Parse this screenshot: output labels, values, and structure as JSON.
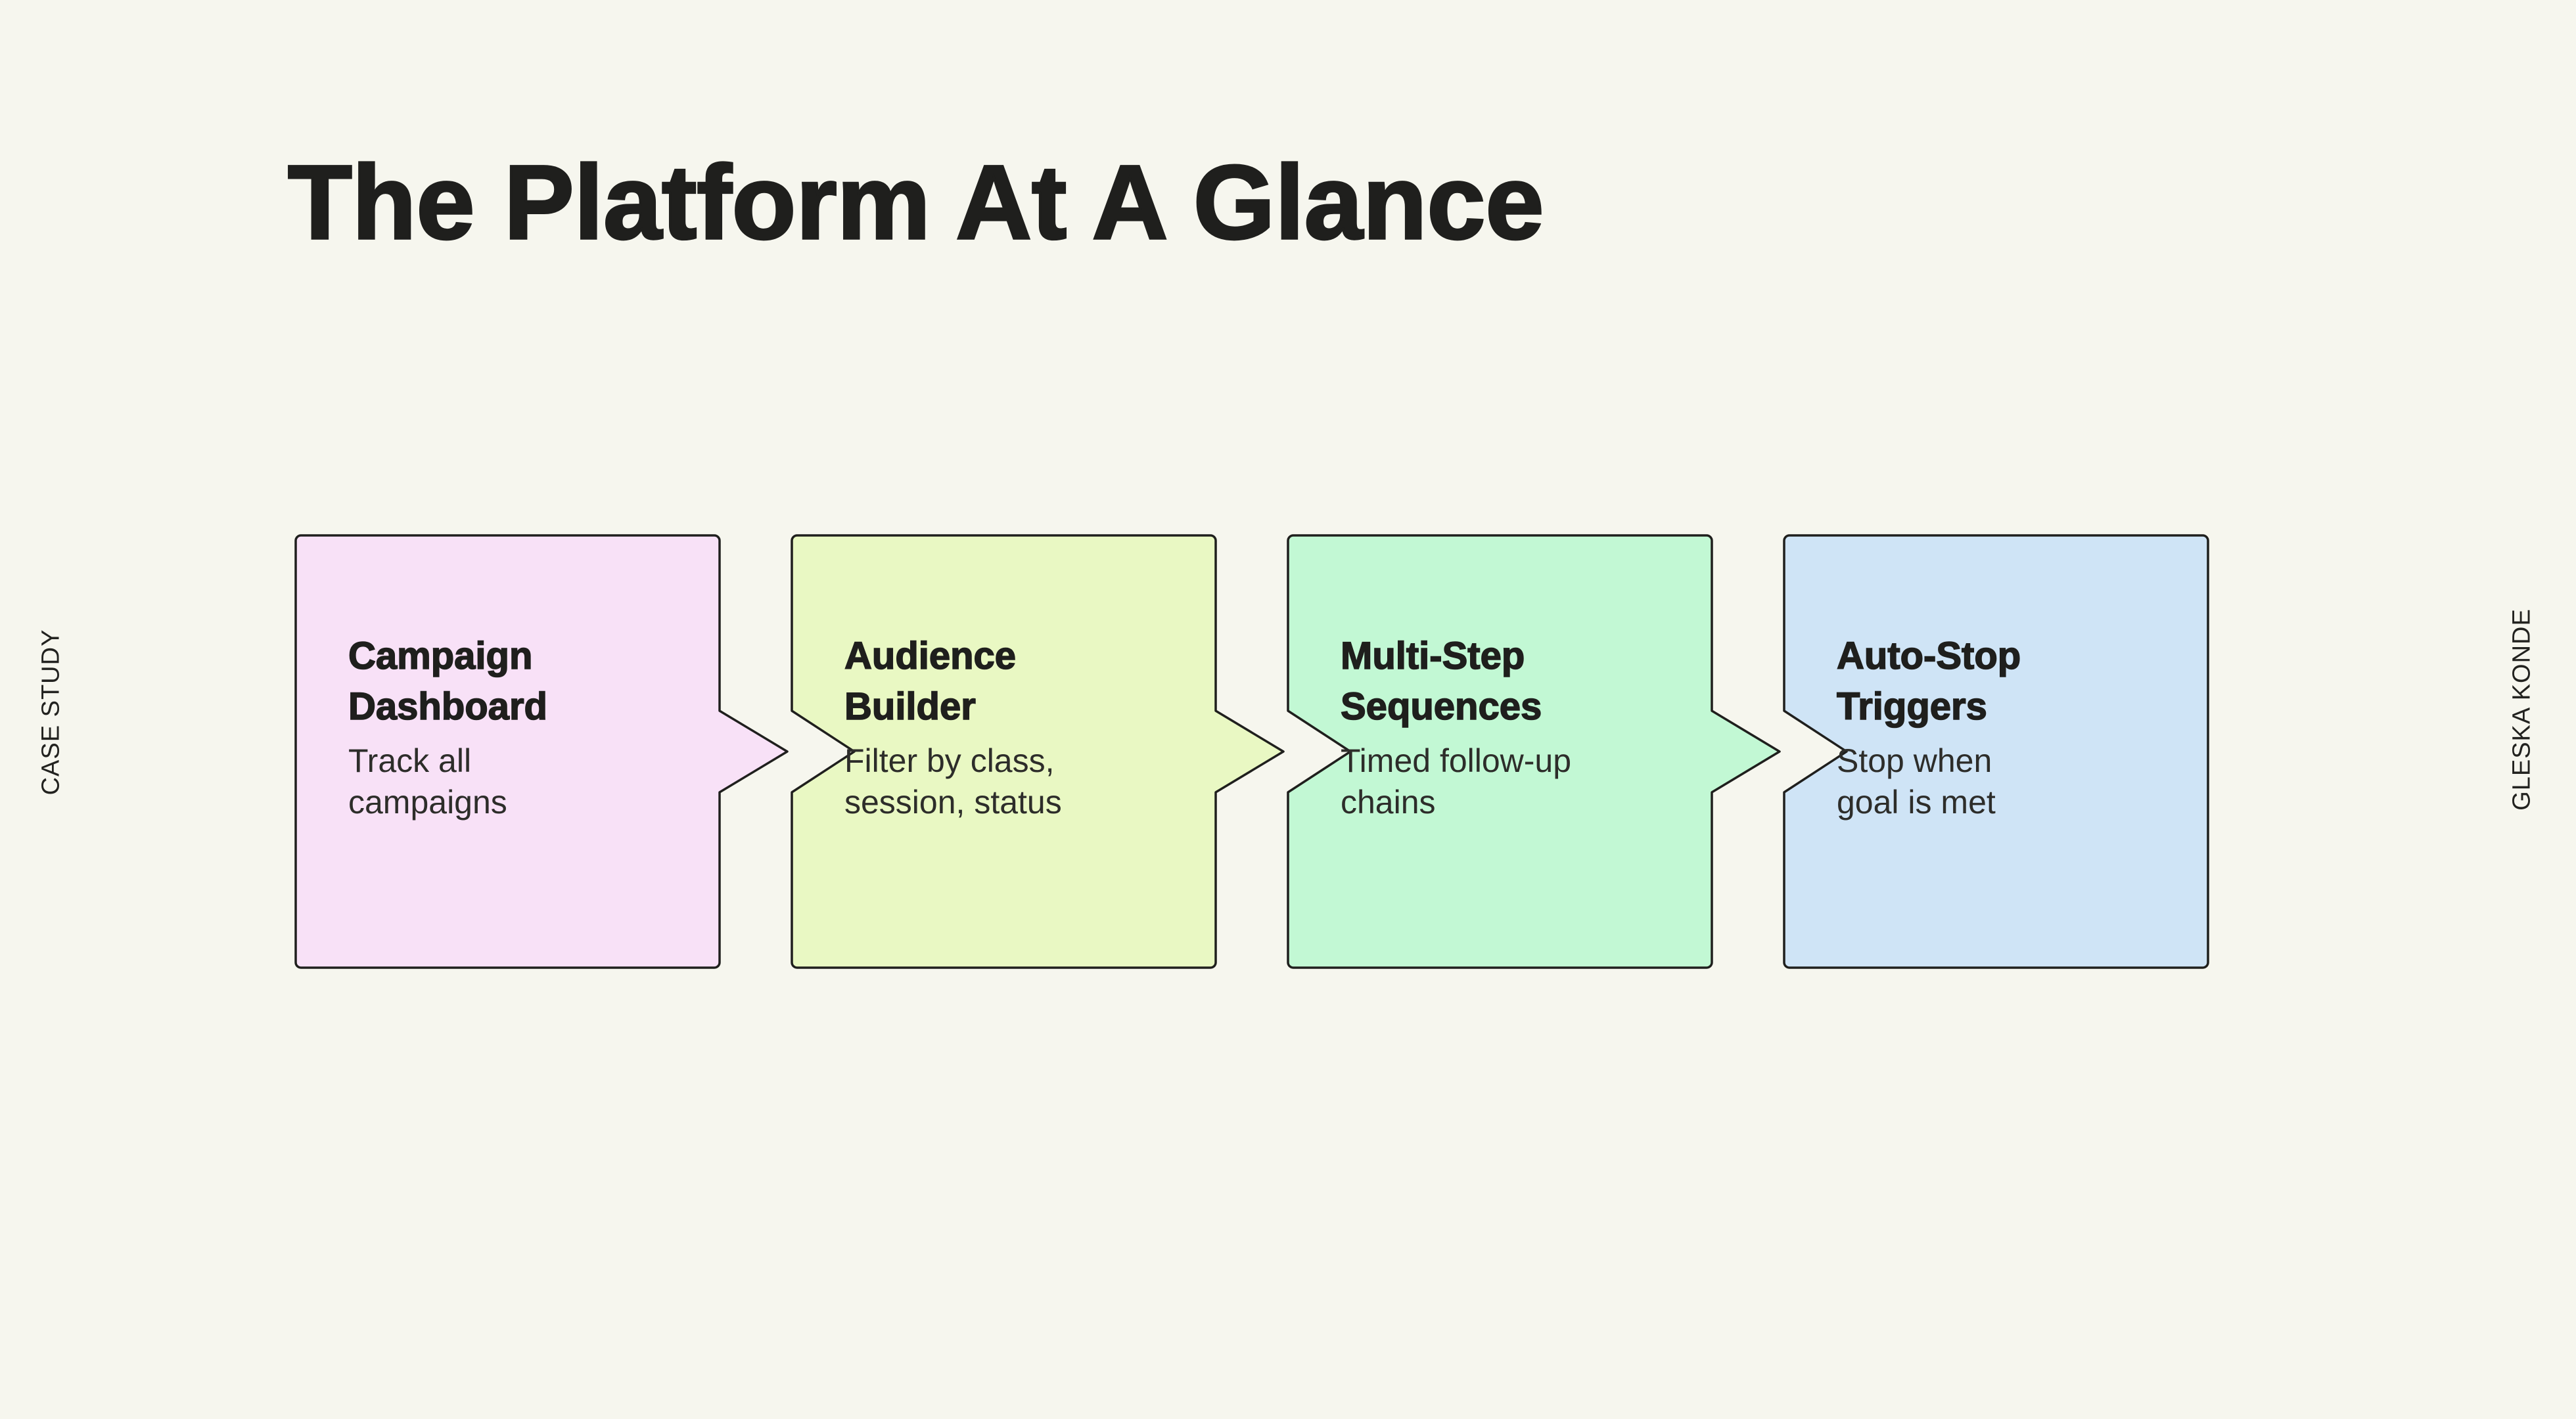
{
  "page": {
    "background": "#f6f6ee",
    "ink": "#1f1f1d"
  },
  "header": {
    "title": "The Platform At A Glance"
  },
  "side_labels": {
    "left": "CASE STUDY",
    "right": "GLESKA KONDE"
  },
  "diagram": {
    "steps": [
      {
        "title": "Campaign Dashboard",
        "title_lines": [
          "Campaign",
          "Dashboard"
        ],
        "description": "Track all campaigns",
        "desc_lines": [
          "Track all",
          "campaigns"
        ],
        "fill": "#f8e1f7"
      },
      {
        "title": "Audience Builder",
        "title_lines": [
          "Audience",
          "Builder"
        ],
        "description": "Filter by class, session, status",
        "desc_lines": [
          "Filter by class,",
          "session, status"
        ],
        "fill": "#e9f8c3"
      },
      {
        "title": "Multi-Step Sequences",
        "title_lines": [
          "Multi-Step",
          "Sequences"
        ],
        "description": "Timed follow-up chains",
        "desc_lines": [
          "Timed follow-up",
          "chains"
        ],
        "fill": "#c2f8d4"
      },
      {
        "title": "Auto-Stop Triggers",
        "title_lines": [
          "Auto-Stop",
          "Triggers"
        ],
        "description": "Stop when goal is met",
        "desc_lines": [
          "Stop when",
          "goal is met"
        ],
        "fill": "#cfe4f6"
      }
    ]
  }
}
